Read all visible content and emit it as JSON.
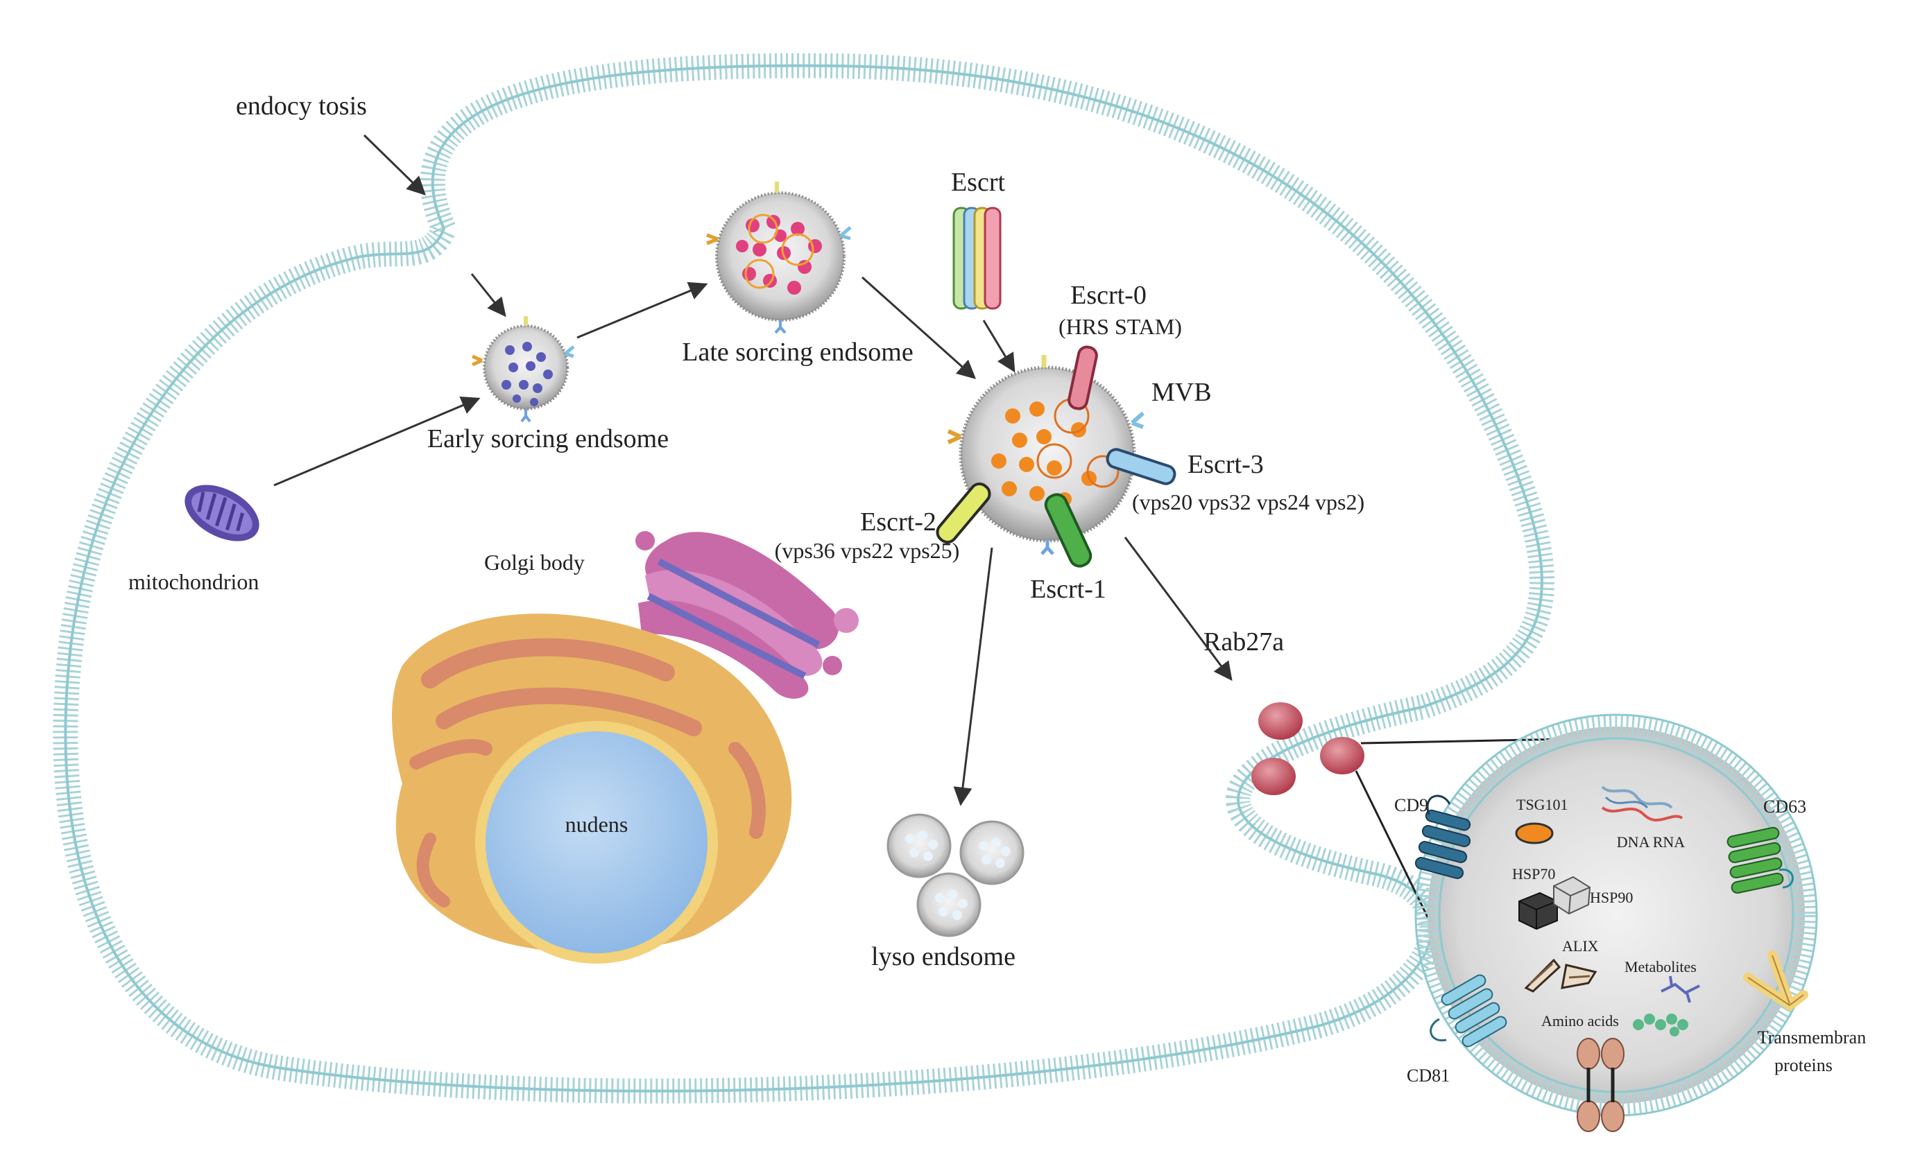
{
  "labels": {
    "endocytosis": "endocy tosis",
    "early_endosome": "Early sorcing endsome",
    "late_endosome": "Late sorcing endsome",
    "escrt": "Escrt",
    "escrt0": "Escrt-0",
    "escrt0_sub": "(HRS STAM)",
    "mvb": "MVB",
    "escrt3": "Escrt-3",
    "escrt3_sub": "(vps20 vps32 vps24 vps2)",
    "escrt2": "Escrt-2",
    "escrt2_sub": "(vps36 vps22 vps25)",
    "escrt1": "Escrt-1",
    "mitochondrion": "mitochondrion",
    "golgi": "Golgi body",
    "nucleus": "nudens",
    "lyso": "lyso  endsome",
    "rab27a": "Rab27a",
    "cd9": "CD9",
    "tsg101": "TSG101",
    "dna_rna": "DNA RNA",
    "cd63": "CD63",
    "hsp70": "HSP70",
    "hsp90": "HSP90",
    "alix": "ALIX",
    "metabolites": "Metabolites",
    "amino_acids": "Amino acids",
    "cd81": "CD81",
    "transmembrane_1": "Transmembran",
    "transmembrane_2": "proteins"
  },
  "colors": {
    "membrane": "#8fc9cf",
    "mitochondrion": "#5b4aa8",
    "golgi": "#c86aa8",
    "er": "#e9b763",
    "nucleus": "#a9cbee",
    "exosome": "#c24a5a",
    "escrt_red": "#d9657a",
    "escrt_green": "#3aa04a",
    "escrt_yellow": "#d7e25a",
    "escrt_blue": "#7fbfe0"
  }
}
